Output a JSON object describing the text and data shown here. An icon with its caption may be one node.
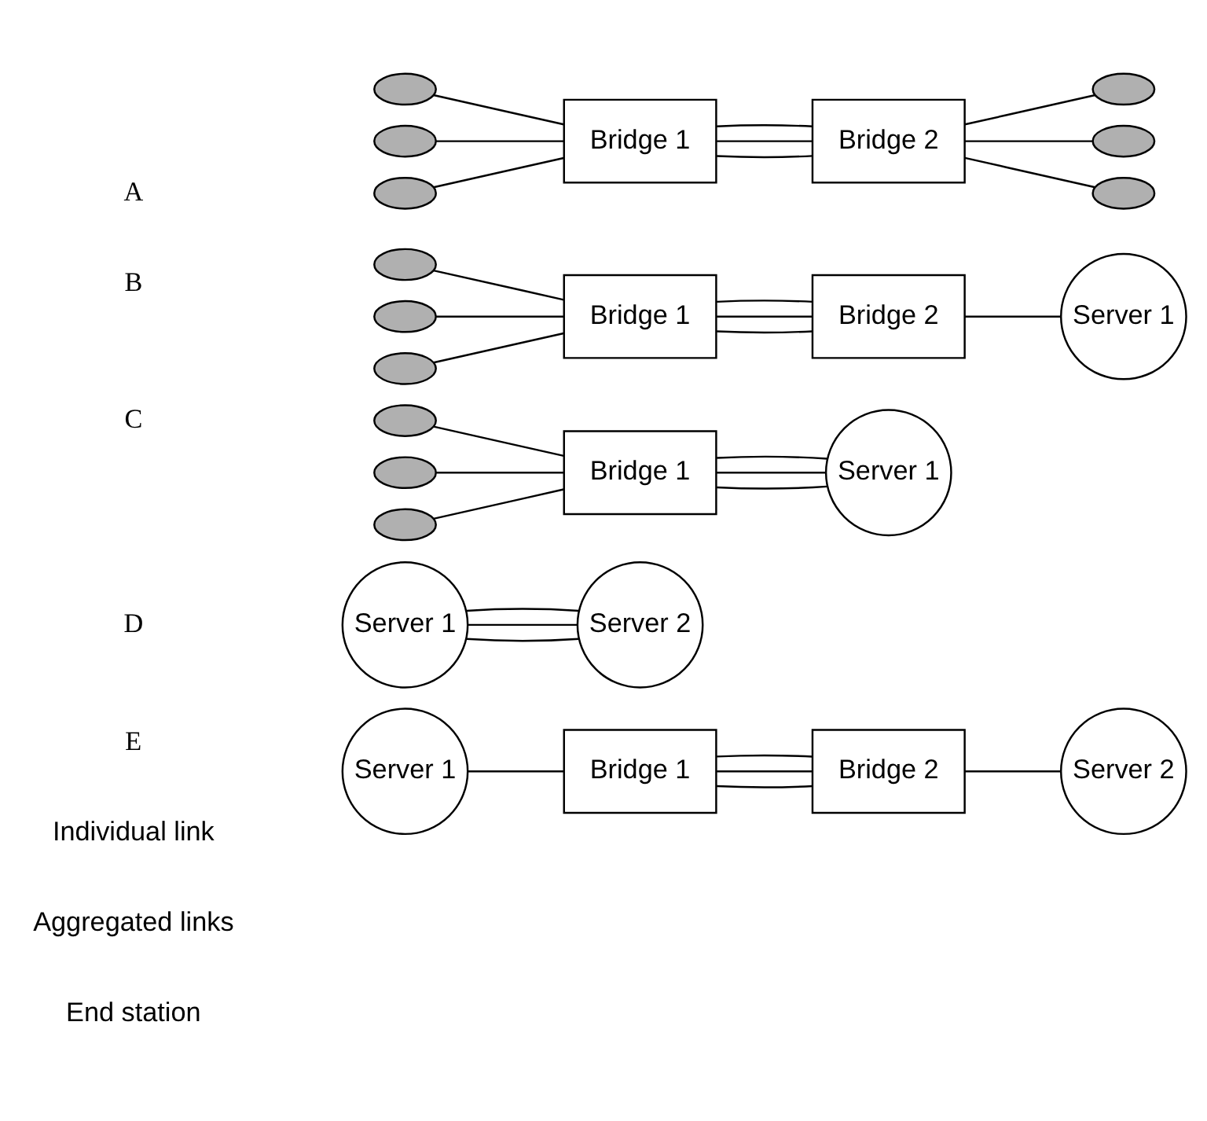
{
  "diagram": {
    "nodes": [
      {
        "text": [],
        "shape": "ellipse"
      },
      {
        "text": [],
        "shape": "ellipse"
      },
      {
        "text": [],
        "shape": "ellipse"
      },
      {
        "text": [
          "Bridge 1"
        ]
      },
      {
        "text": [
          "Bridge 2"
        ]
      },
      {
        "text": [],
        "shape": "ellipse"
      },
      {
        "text": [],
        "shape": "ellipse"
      },
      {
        "text": [],
        "shape": "ellipse"
      },
      {
        "text": [],
        "shape": "ellipse"
      },
      {
        "text": [],
        "shape": "ellipse"
      },
      {
        "text": [],
        "shape": "ellipse"
      },
      {
        "text": [
          "Bridge 1"
        ]
      },
      {
        "text": [
          "Bridge 2"
        ]
      },
      {
        "text": [
          "Server 1"
        ]
      },
      {
        "text": [],
        "shape": "ellipse"
      },
      {
        "text": [],
        "shape": "ellipse"
      },
      {
        "text": [],
        "shape": "ellipse"
      },
      {
        "text": [
          "Bridge 1"
        ]
      },
      {
        "text": [
          "Server 1"
        ]
      },
      {
        "text": [
          "Server 1"
        ]
      },
      {
        "text": [
          "Server 2"
        ]
      },
      {
        "text": [
          "Server 1"
        ]
      },
      {
        "text": [
          "Bridge 1"
        ]
      },
      {
        "text": [
          "Bridge 2"
        ]
      },
      {
        "text": [
          "Server 2"
        ]
      }
    ],
    "edges": [
      {
        "from": 0,
        "to": 3,
        "arrow": "none"
      },
      {
        "from": 1,
        "to": 3,
        "arrow": "none"
      },
      {
        "from": 2,
        "to": 3,
        "arrow": "none"
      },
      {
        "from": 3,
        "to": 4,
        "arrow": "none"
      },
      {
        "from": 3,
        "to": 4,
        "arrow": "none"
      },
      {
        "from": 3,
        "to": 4,
        "arrow": "none"
      },
      {
        "from": 4,
        "to": 5,
        "arrow": "none"
      },
      {
        "from": 4,
        "to": 6,
        "arrow": "none"
      },
      {
        "from": 4,
        "to": 7,
        "arrow": "none"
      },
      {
        "from": 8,
        "to": 11,
        "arrow": "none"
      },
      {
        "from": 9,
        "to": 11,
        "arrow": "none"
      },
      {
        "from": 10,
        "to": 11,
        "arrow": "none"
      },
      {
        "from": 11,
        "to": 12,
        "arrow": "none"
      },
      {
        "from": 11,
        "to": 12,
        "arrow": "none"
      },
      {
        "from": 11,
        "to": 12,
        "arrow": "none"
      },
      {
        "from": 12,
        "to": 13,
        "arrow": "none"
      },
      {
        "from": 14,
        "to": 17,
        "arrow": "none"
      },
      {
        "from": 15,
        "to": 17,
        "arrow": "none"
      },
      {
        "from": 16,
        "to": 17,
        "arrow": "none"
      },
      {
        "from": 17,
        "to": 18,
        "arrow": "none"
      },
      {
        "from": 17,
        "to": 18,
        "arrow": "none"
      },
      {
        "from": 17,
        "to": 18,
        "arrow": "none"
      },
      {
        "from": 19,
        "to": 20,
        "arrow": "none"
      },
      {
        "from": 19,
        "to": 20,
        "arrow": "none"
      },
      {
        "from": 19,
        "to": 20,
        "arrow": "none"
      },
      {
        "from": 21,
        "to": 22,
        "arrow": "none"
      },
      {
        "from": 22,
        "to": 23,
        "arrow": "none"
      },
      {
        "from": 22,
        "to": 23,
        "arrow": "none"
      },
      {
        "from": 22,
        "to": 23,
        "arrow": "none"
      },
      {
        "from": 23,
        "to": 24,
        "arrow": "none"
      }
    ],
    "labels": [
      "A",
      "B",
      "C",
      "D",
      "E"
    ],
    "legend": [
      {
        "text": "Individual link"
      },
      {
        "text": "Aggregated links"
      },
      {
        "text": "End station"
      }
    ]
  }
}
